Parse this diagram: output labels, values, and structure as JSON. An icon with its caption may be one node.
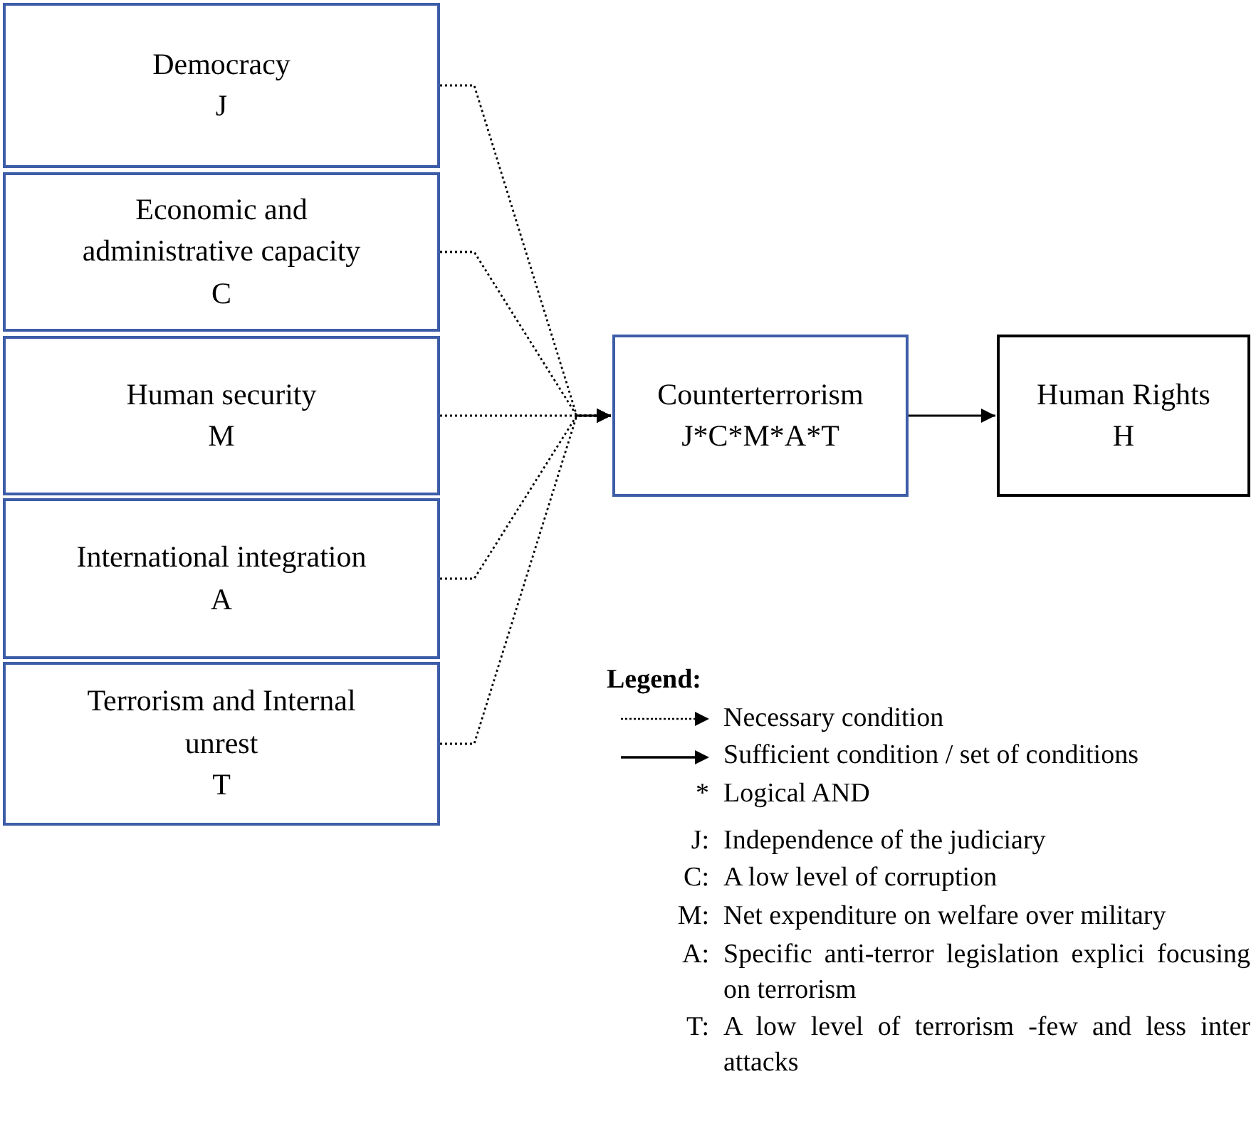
{
  "diagram": {
    "nodes": [
      {
        "text": [
          "Democracy",
          "J"
        ]
      },
      {
        "text": [
          "Economic and administrative capacity",
          "C"
        ]
      },
      {
        "text": [
          "Human security",
          "M"
        ]
      },
      {
        "text": [
          "International integration",
          "A"
        ]
      },
      {
        "text": [
          "Terrorism and Internal unrest",
          "T"
        ]
      },
      {
        "text": [
          "Counterterrorism",
          "J*C*M*A*T"
        ]
      },
      {
        "text": [
          "Human Rights",
          "H"
        ]
      }
    ],
    "edges": [
      {
        "from": 0,
        "to": 5,
        "arrow": "to",
        "style": "dashed"
      },
      {
        "from": 1,
        "to": 5,
        "arrow": "to",
        "style": "dashed"
      },
      {
        "from": 2,
        "to": 5,
        "arrow": "to",
        "style": "dashed"
      },
      {
        "from": 3,
        "to": 5,
        "arrow": "to",
        "style": "dashed"
      },
      {
        "from": 4,
        "to": 5,
        "arrow": "to",
        "style": "dashed"
      },
      {
        "from": 5,
        "to": 6,
        "arrow": "to"
      }
    ],
    "labels": [
      "Legend:",
      "*",
      "Logical AND",
      "J:",
      "Independence of the judiciary",
      "C:",
      "A low level of corruption",
      "M:",
      "Net expenditure on welfare over military",
      "A:",
      "Specific anti-terror legislation explici focusing on terrorism",
      "T:",
      "A low level of terrorism -few and less inter attacks"
    ],
    "legend": [
      {
        "text": "Necessary condition"
      },
      {
        "text": "Sufficient condition / set of conditions"
      }
    ]
  }
}
